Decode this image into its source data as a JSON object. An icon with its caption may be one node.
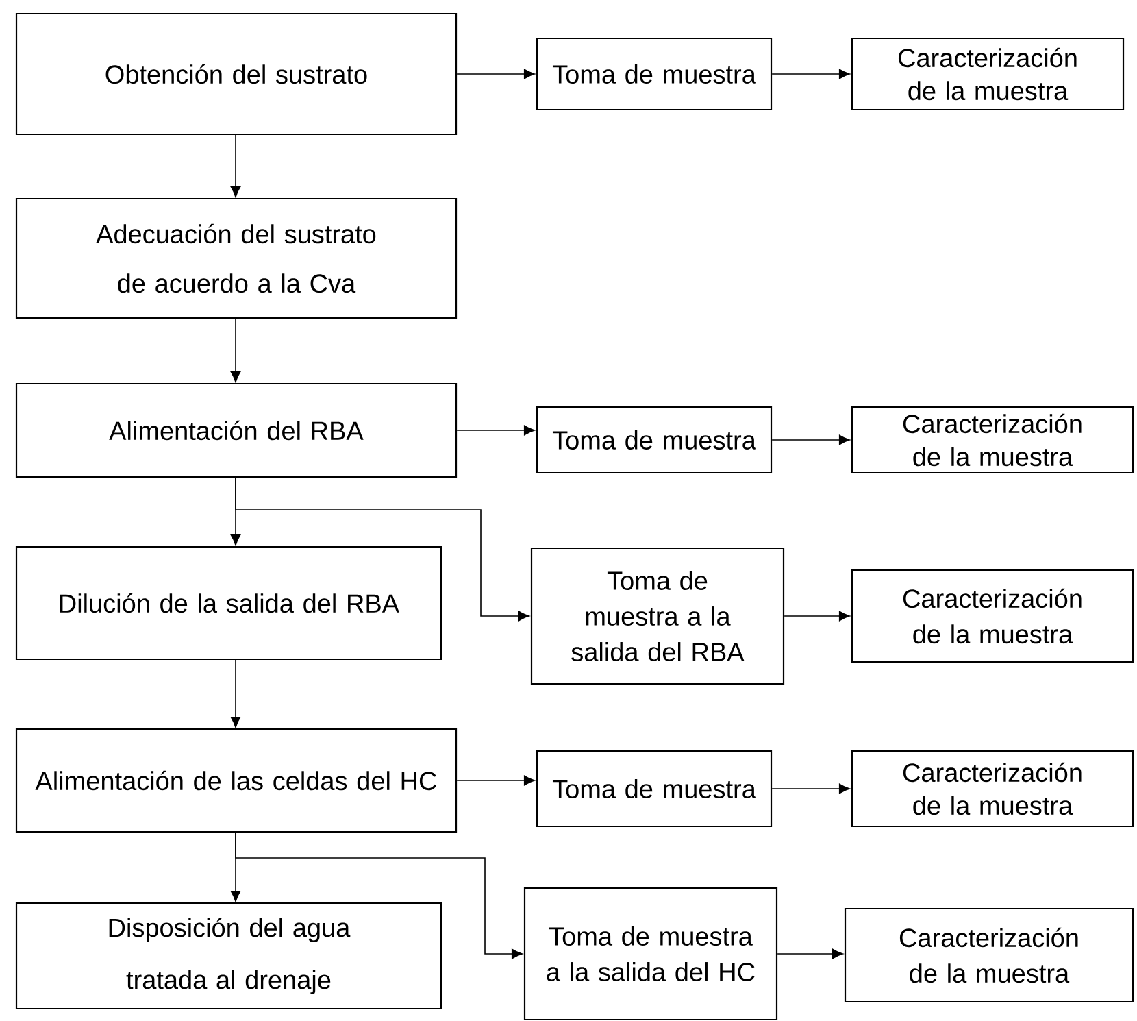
{
  "diagram": {
    "nodes": [
      {
        "text": [
          "Obtención del sustrato"
        ]
      },
      {
        "text": [
          "Adecuación del sustrato de acuerdo a la Cva"
        ]
      },
      {
        "text": [
          "Alimentación del RBA"
        ]
      },
      {
        "text": [
          "Dilución de la salida del RBA"
        ]
      },
      {
        "text": [
          "Alimentación de las celdas del HC"
        ]
      },
      {
        "text": [
          "Disposición del agua tratada al drenaje"
        ]
      },
      {
        "text": [
          "Toma de muestra"
        ]
      },
      {
        "text": [
          "Caracterización de la muestra"
        ]
      },
      {
        "text": [
          "Toma de muestra"
        ]
      },
      {
        "text": [
          "Caracterización de la muestra"
        ]
      },
      {
        "text": [
          "Toma de muestra a la salida del RBA"
        ]
      },
      {
        "text": [
          "Caracterización de la muestra"
        ]
      },
      {
        "text": [
          "Toma de muestra"
        ]
      },
      {
        "text": [
          "Caracterización de la muestra"
        ]
      },
      {
        "text": [
          "Toma de muestra a la salida del HC"
        ]
      },
      {
        "text": [
          "Caracterización de la muestra"
        ]
      }
    ],
    "edges": [
      {
        "from": 0,
        "to": 6,
        "arrow": "to"
      },
      {
        "from": 6,
        "to": 7,
        "arrow": "to"
      },
      {
        "from": 0,
        "to": 1,
        "arrow": "to"
      },
      {
        "from": 1,
        "to": 2,
        "arrow": "to"
      },
      {
        "from": 2,
        "to": 8,
        "arrow": "to"
      },
      {
        "from": 8,
        "to": 9,
        "arrow": "to"
      },
      {
        "from": 2,
        "to": 3,
        "arrow": "to"
      },
      {
        "from": 2,
        "to": 10,
        "arrow": "to"
      },
      {
        "from": 10,
        "to": 11,
        "arrow": "to"
      },
      {
        "from": 3,
        "to": 4,
        "arrow": "to"
      },
      {
        "from": 4,
        "to": 12,
        "arrow": "to"
      },
      {
        "from": 12,
        "to": 13,
        "arrow": "to"
      },
      {
        "from": 4,
        "to": 5,
        "arrow": "to"
      },
      {
        "from": 4,
        "to": 14,
        "arrow": "to"
      },
      {
        "from": 14,
        "to": 15,
        "arrow": "to"
      }
    ]
  }
}
